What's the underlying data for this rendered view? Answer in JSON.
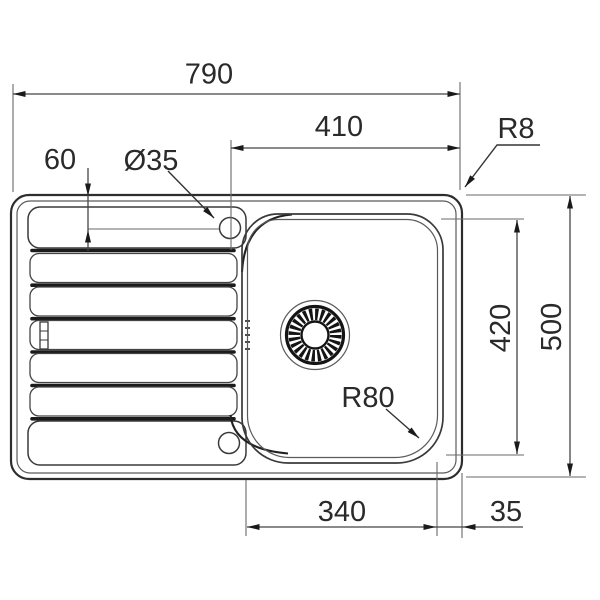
{
  "drawing": {
    "type": "technical-dimension-drawing",
    "subject": "inset kitchen sink with drainboard, top view",
    "labels": {
      "width_total": "790",
      "drain_to_edge": "410",
      "rim_to_drain": "60",
      "drain_hole_diameter": "Ø35",
      "corner_radius_top": "R8",
      "bowl_inner_length": "420",
      "depth_total": "500",
      "bowl_corner_radius": "R80",
      "bowl_inner_width": "340",
      "bowl_edge_offset": "35"
    },
    "colors": {
      "background": "#ffffff",
      "dimension_lines": "#444444",
      "object_outline": "#2d2d2d",
      "arrowheads": "#1a1a1a",
      "text": "#2a2a2a"
    }
  }
}
